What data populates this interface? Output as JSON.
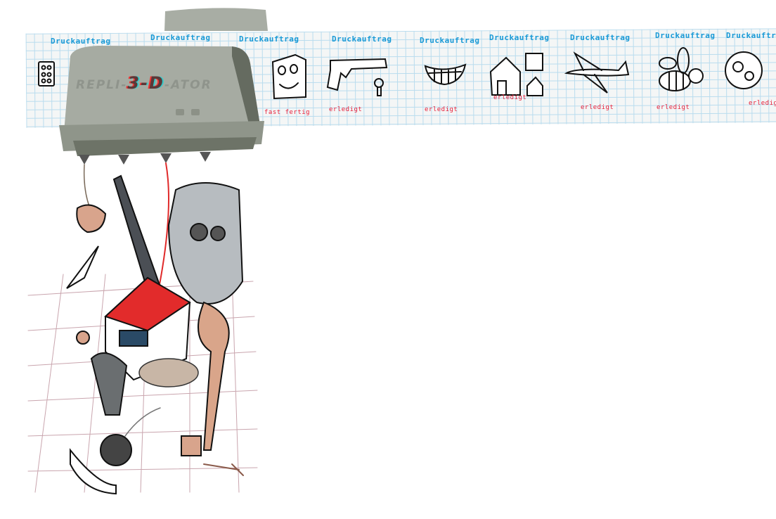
{
  "printer": {
    "brand_prefix": "REPLI-",
    "brand_mid": "3-D",
    "brand_suffix": "-ATOR"
  },
  "jobs": [
    {
      "label": "Druckauftrag",
      "status": "",
      "icon": "lego-brick"
    },
    {
      "label": "Druckauftrag",
      "status": "",
      "icon": "unknown"
    },
    {
      "label": "Druckauftrag",
      "status": "fast fertig",
      "icon": "paper-bag-face"
    },
    {
      "label": "Druckauftrag",
      "status": "erledigt",
      "icon": "revolver"
    },
    {
      "label": "Druckauftrag",
      "status": "erledigt",
      "icon": "dentures"
    },
    {
      "label": "Druckauftrag",
      "status": "erledigt",
      "icon": "houses"
    },
    {
      "label": "Druckauftrag",
      "status": "erledigt",
      "icon": "airplane"
    },
    {
      "label": "Druckauftrag",
      "status": "erledigt",
      "icon": "bee"
    },
    {
      "label": "Druckauftrag",
      "status": "erledigt",
      "icon": "pizza"
    }
  ],
  "colors": {
    "job_label": "#1a9ad6",
    "status": "#e8203a",
    "printer": "#a4aaa0",
    "accent_red": "#e02a2a"
  }
}
